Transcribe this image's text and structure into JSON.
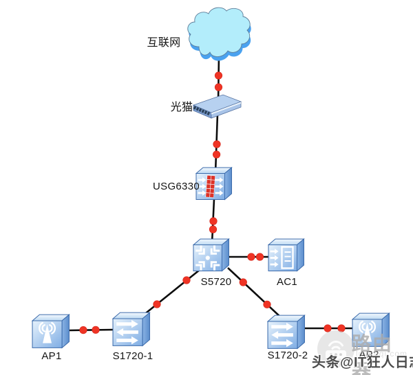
{
  "diagram": {
    "type": "network-topology",
    "nodes": {
      "internet": {
        "label": "互联网",
        "type": "cloud"
      },
      "modem": {
        "label": "光猫",
        "type": "optical-modem"
      },
      "usg": {
        "label": "USG6330",
        "type": "firewall"
      },
      "s5720": {
        "label": "S5720",
        "type": "core-switch"
      },
      "ac1": {
        "label": "AC1",
        "type": "wireless-controller"
      },
      "ap1": {
        "label": "AP1",
        "type": "access-point"
      },
      "s1720_1": {
        "label": "S1720-1",
        "type": "access-switch"
      },
      "s1720_2": {
        "label": "S1720-2",
        "type": "access-switch"
      },
      "ap2": {
        "label": "AP2",
        "type": "access-point"
      }
    },
    "links": [
      {
        "from": "internet",
        "to": "modem"
      },
      {
        "from": "modem",
        "to": "usg"
      },
      {
        "from": "usg",
        "to": "s5720"
      },
      {
        "from": "s5720",
        "to": "ac1"
      },
      {
        "from": "s5720",
        "to": "s1720_1"
      },
      {
        "from": "s5720",
        "to": "s1720_2"
      },
      {
        "from": "s1720_1",
        "to": "ap1"
      },
      {
        "from": "s1720_2",
        "to": "ap2"
      }
    ],
    "colors": {
      "link_line": "#0d0d0d",
      "port_dot": "#ef3425",
      "device_face": "#9cc1ec",
      "cloud_fill": "#b3edfb",
      "cloud_shadow": "#4aa2ef",
      "firewall_brick": "#dc3227"
    }
  },
  "watermark": {
    "site_name": "路由器",
    "site_url": "luyouqi.com",
    "byline": "头条@IT狂人日志"
  }
}
